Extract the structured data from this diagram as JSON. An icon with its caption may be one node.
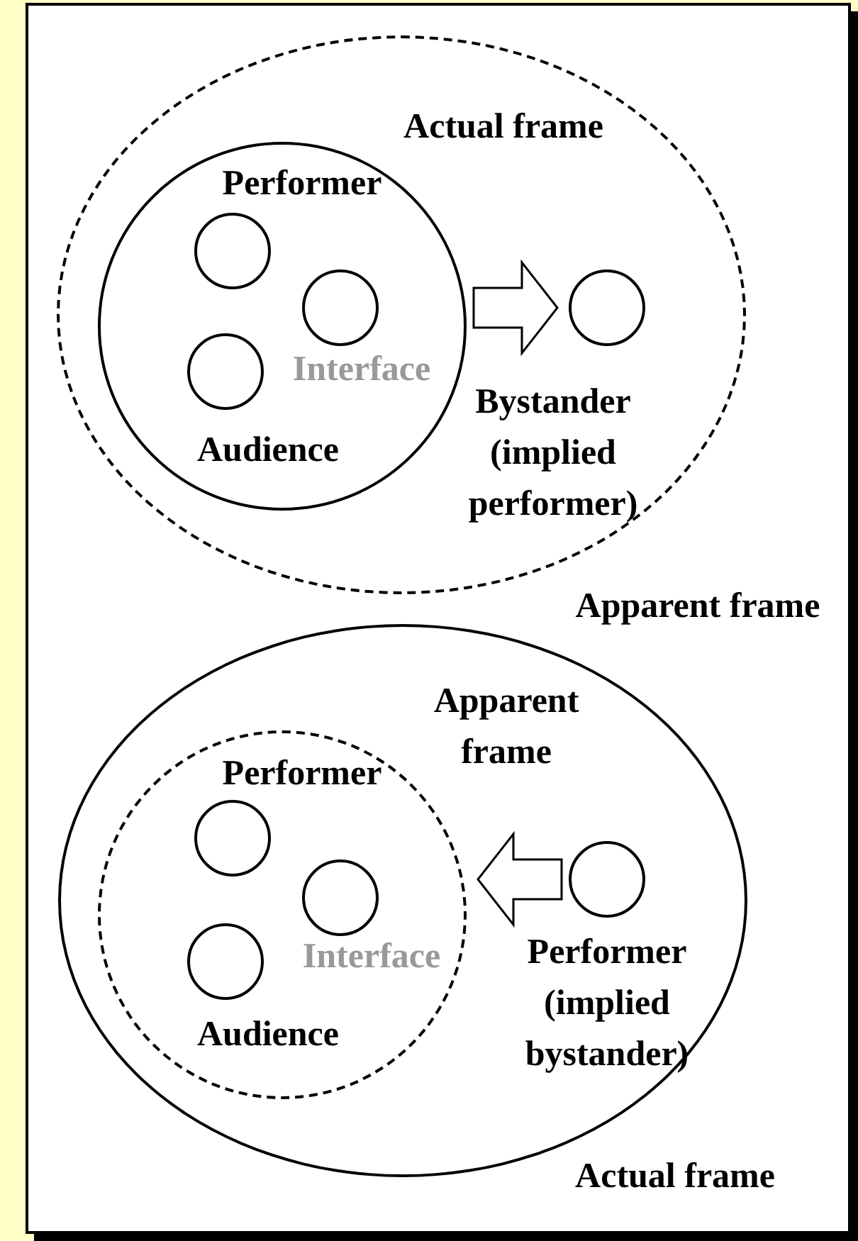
{
  "diagram": {
    "nodes": [
      {
        "text": [],
        "shape": "ellipse"
      },
      {
        "text": [],
        "shape": "circle",
        "in": 0
      },
      {
        "text": [],
        "shape": "circle",
        "in": 1,
        "beside": [
          "Performer"
        ]
      },
      {
        "text": [],
        "shape": "circle",
        "in": 1,
        "beside": [
          "Interface"
        ]
      },
      {
        "text": [],
        "shape": "circle",
        "in": 1,
        "beside": [
          "Audience"
        ]
      },
      {
        "text": [],
        "shape": "circle",
        "in": 0,
        "beside": [
          "Bystander (implied performer)"
        ]
      },
      {
        "text": [],
        "shape": "ellipse"
      },
      {
        "text": [],
        "shape": "circle",
        "in": 6
      },
      {
        "text": [],
        "shape": "circle",
        "in": 7,
        "beside": [
          "Performer"
        ]
      },
      {
        "text": [],
        "shape": "circle",
        "in": 7,
        "beside": [
          "Interface"
        ]
      },
      {
        "text": [],
        "shape": "circle",
        "in": 7,
        "beside": [
          "Audience"
        ]
      },
      {
        "text": [],
        "shape": "circle",
        "in": 6,
        "beside": [
          "Performer (implied bystander)"
        ]
      }
    ],
    "edges": [
      {
        "from": 1,
        "to": 5,
        "arrow": "to"
      },
      {
        "from": 11,
        "to": 7,
        "arrow": "to"
      }
    ],
    "labels": [
      "Actual frame",
      "Apparent frame",
      "Apparent frame",
      "Actual frame"
    ]
  }
}
